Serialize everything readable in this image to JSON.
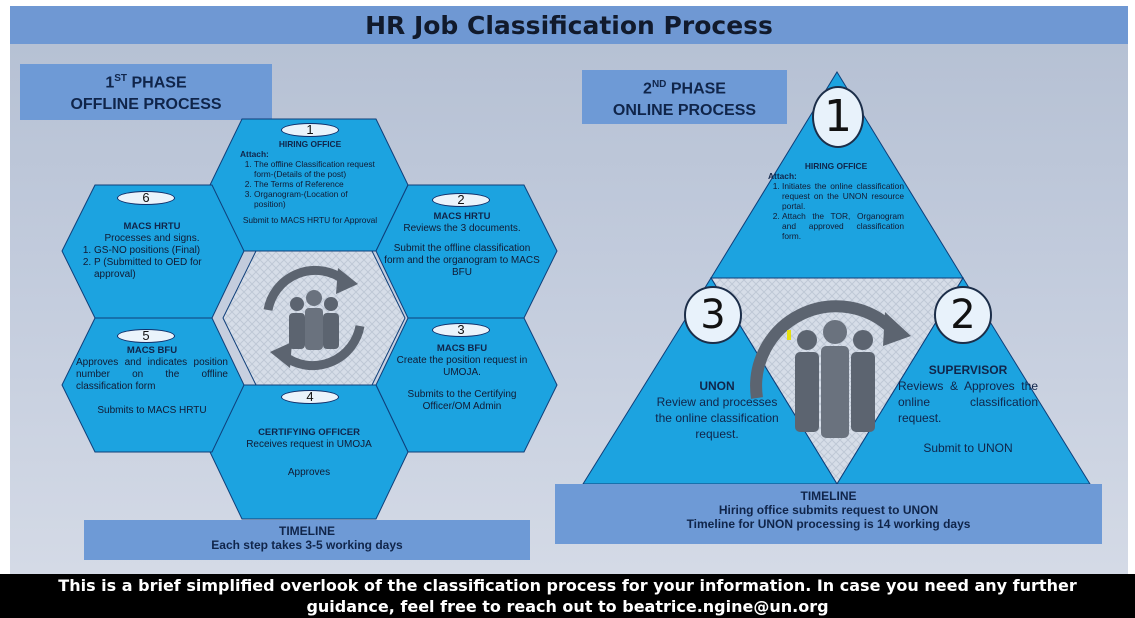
{
  "title": "HR Job Classification Process",
  "phase1": {
    "heading_prefix": "1",
    "heading_sup": "ST",
    "heading_rest": " PHASE",
    "subheading": "OFFLINE PROCESS",
    "hexes": [
      {
        "num": "1",
        "head": "HIRING OFFICE",
        "attach": "Attach:",
        "items": [
          "The offline Classification request form-(Details of the post)",
          "The Terms of Reference",
          "Organogram-(Location of position)"
        ],
        "note": "Submit to MACS HRTU for Approval"
      },
      {
        "num": "2",
        "head": "MACS HRTU",
        "line1": "Reviews the 3 documents.",
        "line2": "Submit the offline classification form and the organogram to MACS BFU"
      },
      {
        "num": "3",
        "head": "MACS BFU",
        "line1": "Create the position request in UMOJA.",
        "line2": "Submits to the Certifying Officer/OM Admin"
      },
      {
        "num": "4",
        "head": "CERTIFYING OFFICER",
        "line1": "Receives request in UMOJA",
        "line2": "Approves"
      },
      {
        "num": "5",
        "head": "MACS BFU",
        "line1": "Approves and indicates position number on the offline classification form",
        "line2": "Submits to MACS HRTU"
      },
      {
        "num": "6",
        "head": "MACS HRTU",
        "line1": "Processes and signs.",
        "items": [
          "GS-NO positions (Final)",
          "P (Submitted to OED for approval)"
        ]
      }
    ],
    "timeline_label": "TIMELINE",
    "timeline_text": "Each step takes 3-5 working days"
  },
  "phase2": {
    "heading_prefix": "2",
    "heading_sup": "ND",
    "heading_rest": " PHASE",
    "subheading": "ONLINE PROCESS",
    "top": {
      "num": "1",
      "head": "HIRING OFFICE",
      "attach": "Attach:",
      "items": [
        "Initiates the online classification request on the UNON resource portal.",
        "Attach the TOR, Organogram and approved classification form."
      ]
    },
    "left": {
      "num": "3",
      "head": "UNON",
      "text": "Review and processes the online classification request."
    },
    "right": {
      "num": "2",
      "head": "SUPERVISOR",
      "text": "Reviews & Approves the online classification request.",
      "note": "Submit to UNON"
    },
    "timeline_label": "TIMELINE",
    "timeline_line1": "Hiring office submits request to UNON",
    "timeline_line2": "Timeline for UNON processing is 14 working days"
  },
  "footer": {
    "line1": "This is a brief simplified overlook of the classification process for your information. In case you need any further",
    "line2": "guidance, feel free to reach out to beatrice.ngine@un.org"
  },
  "colors": {
    "hex_fill": "#1ca3e0",
    "hex_stroke": "#0f3f7a",
    "title_bg": "#6f98d3",
    "phase_box": "#6e9ad6",
    "footer_bg": "#000000"
  },
  "icons": [
    "people-cycle-icon",
    "people-cycle-icon"
  ]
}
